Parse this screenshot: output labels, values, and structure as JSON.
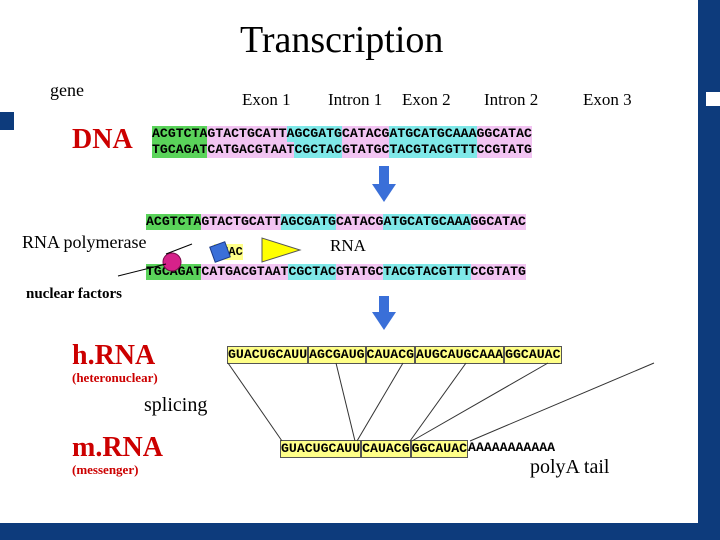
{
  "title": "Transcription",
  "labels": {
    "gene": "gene",
    "dna": "DNA",
    "exon1": "Exon 1",
    "intron1": "Intron 1",
    "exon2": "Exon 2",
    "intron2": "Intron 2",
    "exon3": "Exon 3",
    "rna_polymerase": "RNA polymerase",
    "rna": "RNA",
    "nuclear_factors": "nuclear factors",
    "hrna": "h.RNA",
    "heteronuclear": "(heteronuclear)",
    "splicing": "splicing",
    "mrna": "m.RNA",
    "messenger": "(messenger)",
    "polya_tail": "polyA tail",
    "guac": "GUAC"
  },
  "dna_top": [
    "ACGTCTA",
    "GTACTGCATT",
    "AGCGATG",
    "CATACG",
    "ATGCATGCAAA",
    "GGCATAC"
  ],
  "dna_bottom": [
    "TGCAGAT",
    "CATGACGTAAT",
    "CGCTAC",
    "GTATGC",
    "TACGTACGTTT",
    "CCGTATG"
  ],
  "hrna": [
    "GUACUGCAUU",
    "AGCGAUG",
    "CAUACG",
    "AUGCAUGCAAA",
    "GGCAUAC"
  ],
  "mrna": [
    "GUACUGCAUU",
    "CAUACG",
    "GGCAUAC",
    "AAAAAAAAAAA"
  ],
  "colors": {
    "exon_green": "#5ad35a",
    "intron_pink": "#f2c4f2",
    "exon_cyan": "#7fe8e8",
    "rna_yellow": "#ffff88",
    "arrow_blue": "#3a6fd8",
    "label_red": "#cc0000",
    "frame_blue": "#0d3b7c"
  }
}
